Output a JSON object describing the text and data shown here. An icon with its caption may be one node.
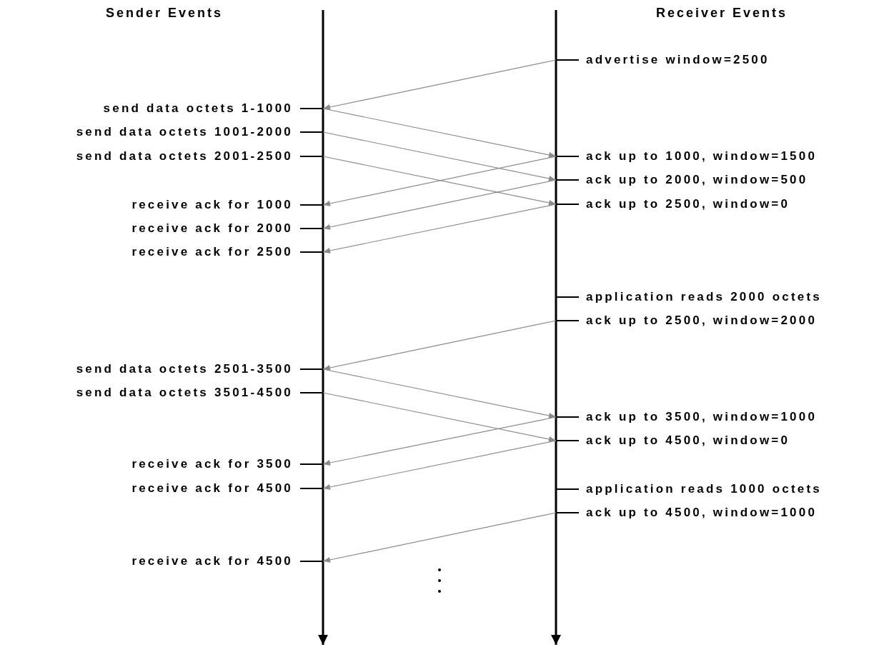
{
  "diagram": {
    "nodes": [
      {
        "text": [
          "send data octets 1-1000"
        ]
      },
      {
        "text": [
          "send data octets 1001-2000"
        ]
      },
      {
        "text": [
          "send data octets 2001-2500"
        ]
      },
      {
        "text": [
          "receive ack for 1000"
        ]
      },
      {
        "text": [
          "receive ack for 2000"
        ]
      },
      {
        "text": [
          "receive ack for 2500"
        ]
      },
      {
        "text": [
          "send data octets 2501-3500"
        ]
      },
      {
        "text": [
          "send data octets 3501-4500"
        ]
      },
      {
        "text": [
          "receive ack for 3500"
        ]
      },
      {
        "text": [
          "receive ack for 4500"
        ]
      },
      {
        "text": [
          "receive ack for 4500"
        ]
      },
      {
        "text": [
          "advertise window=2500"
        ]
      },
      {
        "text": [
          "ack up to 1000, window=1500"
        ]
      },
      {
        "text": [
          "ack up to 2000, window=500"
        ]
      },
      {
        "text": [
          "ack up to 2500, window=0"
        ]
      },
      {
        "text": [
          "application reads 2000 octets"
        ]
      },
      {
        "text": [
          "ack up to 2500, window=2000"
        ]
      },
      {
        "text": [
          "ack up to 3500, window=1000"
        ]
      },
      {
        "text": [
          "ack up to 4500, window=0"
        ]
      },
      {
        "text": [
          "application reads 1000 octets"
        ]
      },
      {
        "text": [
          "ack up to 4500, window=1000"
        ]
      }
    ],
    "edges": [
      {
        "from": 11,
        "to": 0,
        "arrow": "to"
      },
      {
        "from": 0,
        "to": 12,
        "arrow": "to"
      },
      {
        "from": 1,
        "to": 13,
        "arrow": "to"
      },
      {
        "from": 2,
        "to": 14,
        "arrow": "to"
      },
      {
        "from": 12,
        "to": 3,
        "arrow": "to"
      },
      {
        "from": 13,
        "to": 4,
        "arrow": "to"
      },
      {
        "from": 14,
        "to": 5,
        "arrow": "to"
      },
      {
        "from": 16,
        "to": 6,
        "arrow": "to"
      },
      {
        "from": 6,
        "to": 17,
        "arrow": "to"
      },
      {
        "from": 7,
        "to": 18,
        "arrow": "to"
      },
      {
        "from": 17,
        "to": 8,
        "arrow": "to"
      },
      {
        "from": 18,
        "to": 9,
        "arrow": "to"
      },
      {
        "from": 20,
        "to": 10,
        "arrow": "to"
      }
    ],
    "labels": [
      "Sender Events",
      "Receiver Events"
    ]
  }
}
